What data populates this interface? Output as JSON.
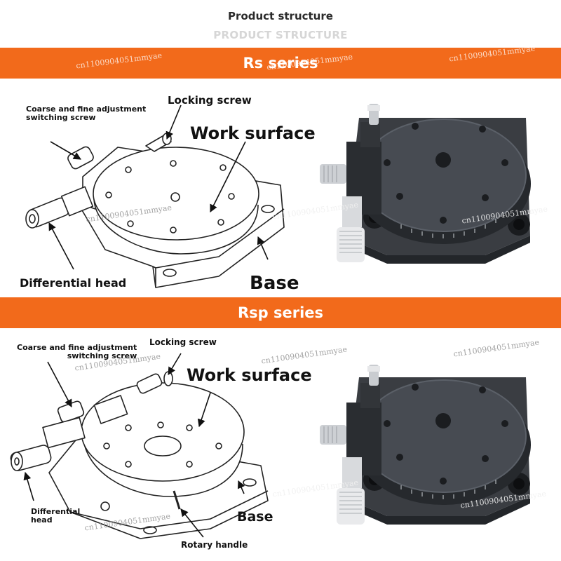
{
  "header": {
    "title": "Product structure",
    "subtitle": "PRODUCT STRUCTURE"
  },
  "sections": [
    {
      "series_title": "Rs series",
      "labels": {
        "adjust_screw": "Coarse and fine adjustment\nswitching screw",
        "locking_screw": "Locking screw",
        "work_surface": "Work surface",
        "differential_head": "Differential head",
        "base": "Base"
      }
    },
    {
      "series_title": "Rsp series",
      "labels": {
        "adjust_screw": "Coarse and fine adjustment\nswitching screw",
        "locking_screw": "Locking screw",
        "work_surface": "Work surface",
        "differential_head": "Differential\nhead",
        "base": "Base",
        "rotary_handle": "Rotary handle"
      }
    }
  ],
  "watermark": "cn1100904051mmyae",
  "colors": {
    "band": "#f26a1b",
    "metal_dark": "#2d3035",
    "metal_mid": "#4a4e55",
    "chrome": "#d9dadc"
  }
}
